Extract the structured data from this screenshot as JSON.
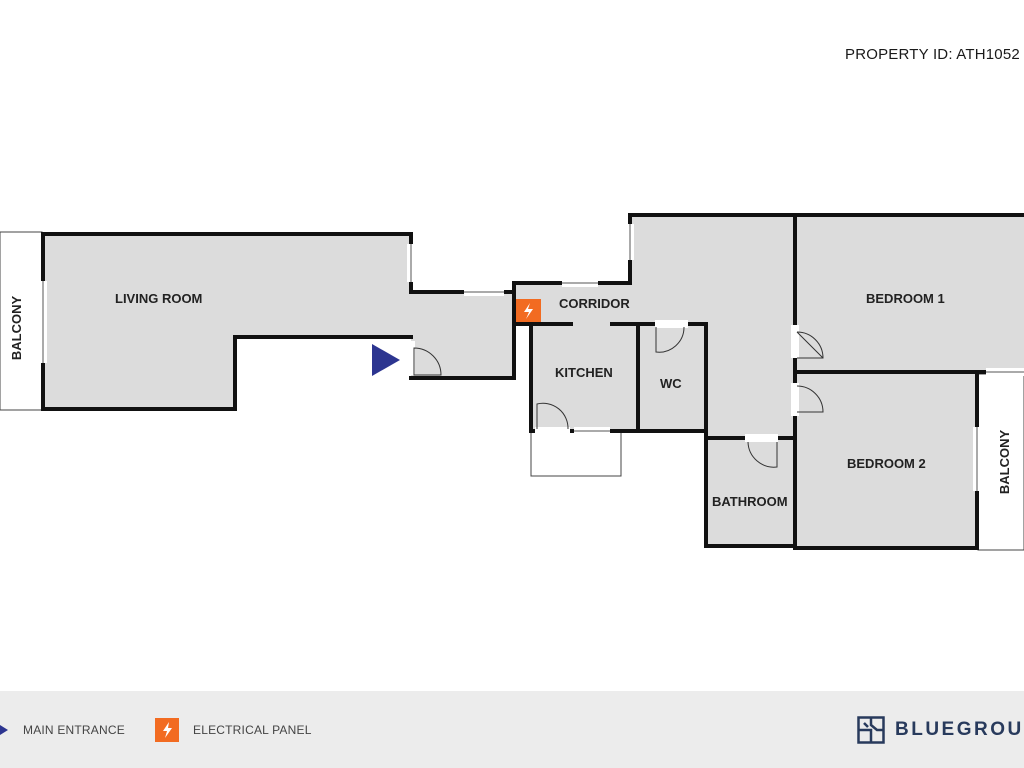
{
  "header": {
    "property_id": "PROPERTY ID: ATH1052"
  },
  "rooms": {
    "living_room": "LIVING ROOM",
    "balcony_left": "BALCONY",
    "corridor": "CORRIDOR",
    "kitchen": "KITCHEN",
    "wc": "WC",
    "bedroom_1": "BEDROOM 1",
    "bedroom_2": "BEDROOM 2",
    "bathroom": "BATHROOM",
    "balcony_right": "BALCONY"
  },
  "legend": {
    "main_entrance": "MAIN ENTRANCE",
    "electrical_panel": "ELECTRICAL PANEL"
  },
  "brand": {
    "name": "BLUEGROUN"
  },
  "colors": {
    "floor_fill": "#dcdcdc",
    "wall": "#111111",
    "entrance_marker": "#2c3590",
    "electrical_marker": "#f26b21",
    "legend_background": "#ececec",
    "brand_navy": "#283a5c"
  },
  "icons": {
    "entrance": "triangle-right-icon",
    "electrical": "lightning-bolt-icon",
    "brand_logo": "bluehound-logo-icon"
  }
}
